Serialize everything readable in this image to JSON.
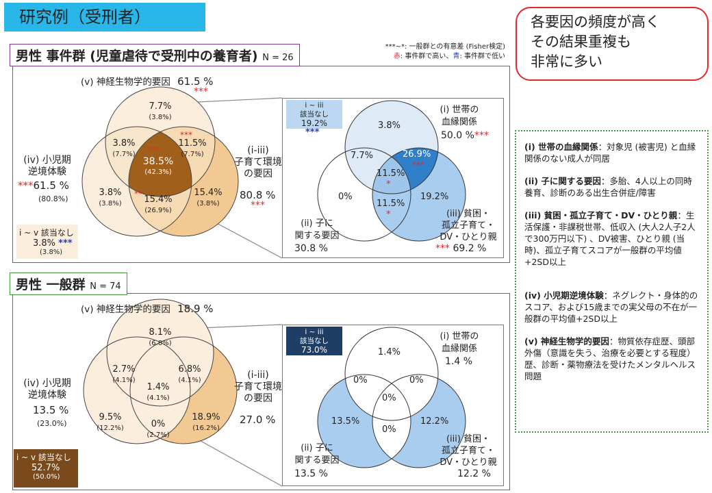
{
  "title": "研究例（受刑者）",
  "callout": [
    "各要因の頻度が高く",
    "その結果重複も",
    "非常に多い"
  ],
  "legend_note": {
    "line1": "***~*: 一般群との有意差 (Fisher検定)",
    "red_label": "赤",
    "red_text": ": 事件群で高い、",
    "blue_label": "青",
    "blue_text": ": 事件群で低い"
  },
  "groups": {
    "case": {
      "label": "男性 事件群 (児童虐待で受刑中の養育者)",
      "n": "N = 26",
      "venn3": {
        "top_label": "(v) 神経生物学的要因",
        "top_pct": "61.5 %",
        "top_sig": "***",
        "left_label": [
          "(iv) 小児期",
          "逆境体験"
        ],
        "left_sig": "***",
        "left_pct": "61.5 %",
        "left_sub": "(80.8%)",
        "right_label": [
          "(i-iii)",
          "子育て環境",
          "の要因"
        ],
        "right_pct": "80.8 %",
        "right_sig": "***",
        "regions": {
          "top": [
            "7.7%",
            "(3.8%)"
          ],
          "top_left": [
            "3.8%",
            "(7.7%)"
          ],
          "top_right_sig": "***",
          "top_right": [
            "11.5%",
            "(7.7%)"
          ],
          "center_sig": "***",
          "center": [
            "38.5%",
            "(42.3%)"
          ],
          "left": [
            "3.8%",
            "(3.8%)"
          ],
          "right": [
            "15.4%",
            "(3.8%)"
          ],
          "bottom_sig": "**",
          "bottom": [
            "15.4%",
            "(26.9%)"
          ]
        },
        "none_label": "i ~ v 該当なし",
        "none_pct": "3.8%",
        "none_sig": "***",
        "none_sub": "(3.8%)"
      },
      "zoom": {
        "none_label": [
          "i ~ iii",
          "該当なし"
        ],
        "none_pct": "19.2%",
        "none_sig": "***",
        "i_label": [
          "(i) 世帯の",
          "血縁関係"
        ],
        "i_pct": "50.0 %",
        "i_sig": "***",
        "ii_label": [
          "(ii) 子に",
          "関する要因"
        ],
        "ii_pct": "30.8 %",
        "iii_label": [
          "(iii) 貧困・",
          "孤立子育て・",
          "DV・ひとり親"
        ],
        "iii_sig": "***",
        "iii_pct": "69.2 %",
        "regions": {
          "top": "3.8%",
          "i_ii": "7.7%",
          "i_iii": "26.9%",
          "i_iii_sig": "***",
          "center": "11.5%",
          "center_sig": "*",
          "ii_iii": "11.5%",
          "ii_iii_sig": "*",
          "ii_only": "0%",
          "iii_only": "19.2%"
        }
      }
    },
    "general": {
      "label": "男性 一般群",
      "n": "N = 74",
      "venn3": {
        "top_label": "(v) 神経生物学的要因",
        "top_pct": "18.9 %",
        "left_label": [
          "(iv) 小児期",
          "逆境体験"
        ],
        "left_pct": "13.5 %",
        "left_sub": "(23.0%)",
        "right_label": [
          "(i-iii)",
          "子育て環境",
          "の要因"
        ],
        "right_pct": "27.0 %",
        "regions": {
          "top": [
            "8.1%",
            "(6.8%)"
          ],
          "top_left": [
            "2.7%",
            "(4.1%)"
          ],
          "top_right": [
            "6.8%",
            "(4.1%)"
          ],
          "center": [
            "1.4%",
            "(4.1%)"
          ],
          "left": [
            "9.5%",
            "(12.2%)"
          ],
          "right": [
            "18.9%",
            "(16.2%)"
          ],
          "bottom": [
            "0%",
            "(2.7%)"
          ]
        },
        "none_label": "i ~ v 該当なし",
        "none_pct": "52.7%",
        "none_sub": "(50.0%)"
      },
      "zoom": {
        "none_label": [
          "i ~ iii",
          "該当なし"
        ],
        "none_pct": "73.0%",
        "i_label": [
          "(i) 世帯の",
          "血縁関係"
        ],
        "i_pct": "1.4 %",
        "ii_label": [
          "(ii) 子に",
          "関する要因"
        ],
        "ii_pct": "13.5 %",
        "iii_label": [
          "(iii) 貧困・",
          "孤立子育て・",
          "DV・ひとり親"
        ],
        "iii_pct": "12.2 %",
        "regions": {
          "top": "1.4%",
          "i_ii": "0%",
          "i_iii": "0%",
          "center": "0%",
          "ii_iii": "0%",
          "ii_only": "13.5%",
          "iii_only": "12.2%"
        }
      }
    }
  },
  "definitions": [
    {
      "head": "(i) 世帯の血縁関係",
      "body": "：対象児 (被害児) と血縁関係のない成人が同居"
    },
    {
      "head": "(ii) 子に関する要因",
      "body": "：多胎、4人以上の同時養育、診断のある出生合併症/障害"
    },
    {
      "head": "(iii) 貧困・孤立子育て・DV・ひとり親",
      "body": "：生活保護・非課税世帯、低収入 (大人2人子2人で300万円以下) 、DV被害、ひとり親 (当時)、孤立子育てスコアが一般群の平均値+2SD以上"
    },
    {
      "head": "(iv) 小児期逆境体験",
      "body": "：ネグレクト・身体的のスコア、および15歳までの実父母の不在が一般群の平均値+2SD以上"
    },
    {
      "head": "(v) 神経生物学的要因",
      "body": "：物質依存症歴、頭部外傷（意識を失う、治療を必要とする程度）歴、診断・薬物療法を受けたメンタルヘルス問題"
    }
  ],
  "colors": {
    "title_bg": "#29b6e8",
    "callout_border": "#e8262a",
    "sig_red": "#e8262a",
    "sig_blue": "#1d3fbf",
    "def_border": "#3c9a3c"
  }
}
